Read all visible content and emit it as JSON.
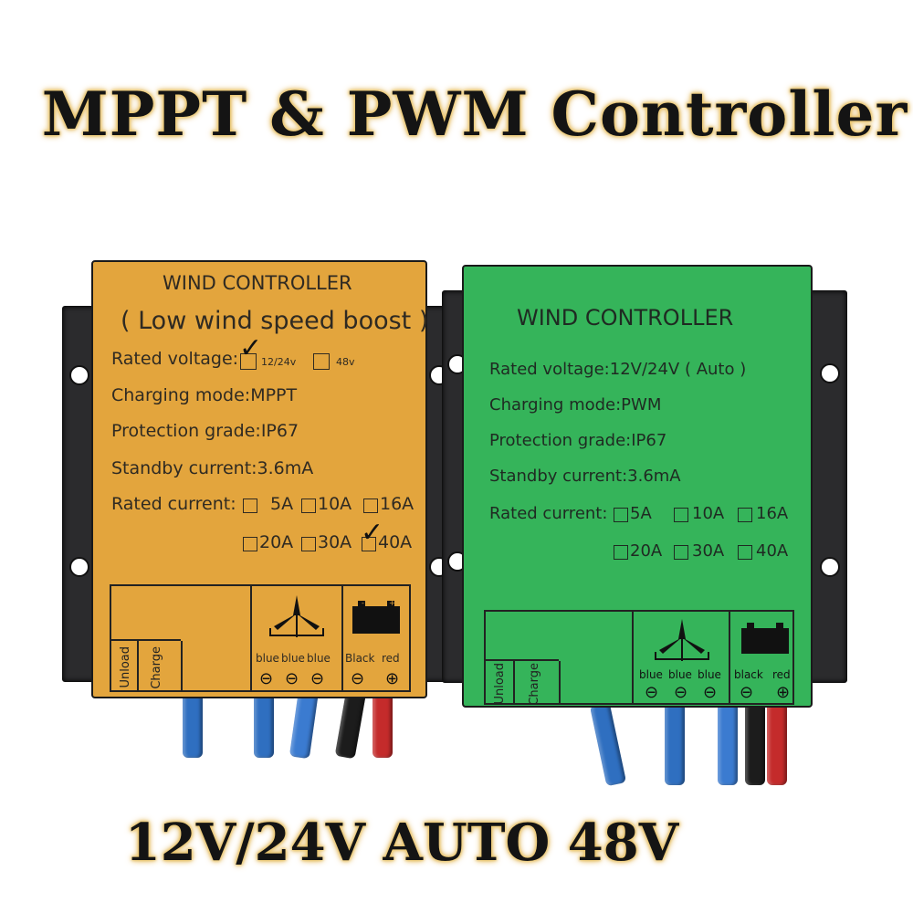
{
  "headline_top": "MPPT & PWM Controller",
  "headline_bottom": "12V/24V AUTO  48V",
  "colors": {
    "orange_body": "#e3a53d",
    "green_body": "#35b45a",
    "bracket": "#2b2b2d",
    "wire_blue": "#2f6fc0",
    "wire_black": "#1c1c1c",
    "wire_red": "#c42b2b",
    "headline_glow": "#e9c46a"
  },
  "mppt": {
    "title": "WIND CONTROLLER",
    "subtitle": "( Low wind speed boost )",
    "rated_voltage": "Rated voltage:",
    "opt_12_24": "12/24v",
    "opt_48": "48v",
    "charging_mode": "Charging mode:MPPT",
    "protection": "Protection grade:IP67",
    "standby": "Standby current:3.6mA",
    "rated_current": "Rated current:",
    "currents_row1": [
      "5A",
      "10A",
      "16A"
    ],
    "currents_row2": [
      "20A",
      "30A",
      "40A"
    ],
    "unload": "Unload",
    "charge": "Charge",
    "blue1": "blue",
    "blue2": "blue",
    "blue3": "blue",
    "black": "Black",
    "red": "red"
  },
  "pwm": {
    "title": "WIND CONTROLLER",
    "rated_voltage": "Rated voltage:12V/24V ( Auto )",
    "charging_mode": "Charging mode:PWM",
    "protection": "Protection grade:IP67",
    "standby": "Standby current:3.6mA",
    "rated_current": "Rated current:",
    "currents_row1": [
      "5A",
      "10A",
      "16A"
    ],
    "currents_row2": [
      "20A",
      "30A",
      "40A"
    ],
    "unload": "Unload",
    "charge": "Charge",
    "blue1": "blue",
    "blue2": "blue",
    "blue3": "blue",
    "black": "black",
    "red": "red"
  }
}
